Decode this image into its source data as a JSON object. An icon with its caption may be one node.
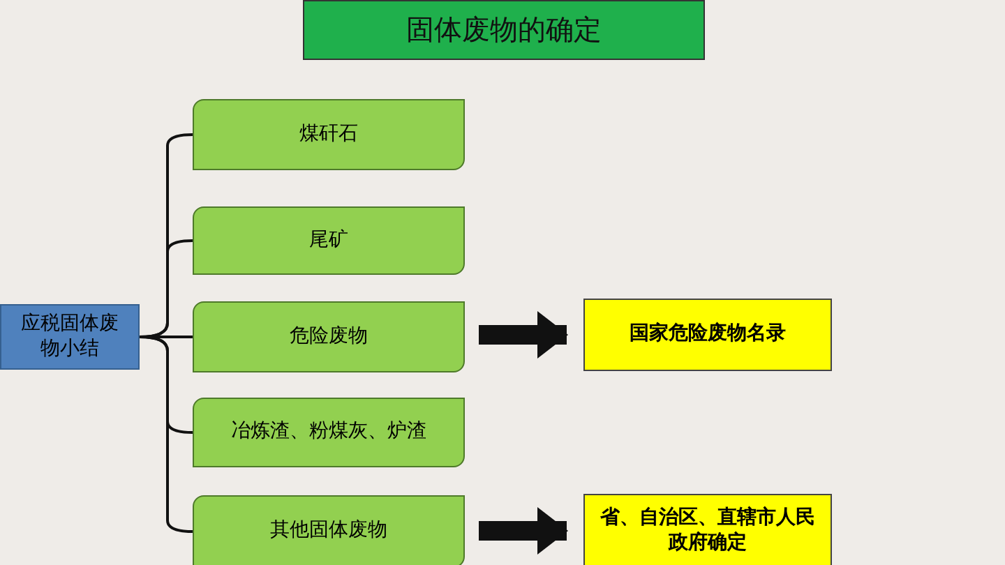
{
  "diagram": {
    "title": "固体废物的确定",
    "nodes": [
      {
        "text": [
          "应税固体废物小结"
        ]
      },
      {
        "text": [
          "煤矸石"
        ]
      },
      {
        "text": [
          "尾矿"
        ]
      },
      {
        "text": [
          "危险废物"
        ]
      },
      {
        "text": [
          "冶炼渣、粉煤灰、炉渣"
        ]
      },
      {
        "text": [
          "其他固体废物"
        ]
      },
      {
        "text": [
          "国家危险废物名录"
        ]
      },
      {
        "text": [
          "省、自治区、直辖市人民政府确定"
        ]
      }
    ],
    "edges": [
      {
        "from": 0,
        "to": 1,
        "arrow": "none"
      },
      {
        "from": 0,
        "to": 2,
        "arrow": "none"
      },
      {
        "from": 0,
        "to": 3,
        "arrow": "none"
      },
      {
        "from": 0,
        "to": 4,
        "arrow": "none"
      },
      {
        "from": 0,
        "to": 5,
        "arrow": "none"
      },
      {
        "from": 3,
        "to": 6,
        "arrow": "to",
        "style": "thick"
      },
      {
        "from": 5,
        "to": 7,
        "arrow": "to",
        "style": "thick"
      }
    ]
  }
}
